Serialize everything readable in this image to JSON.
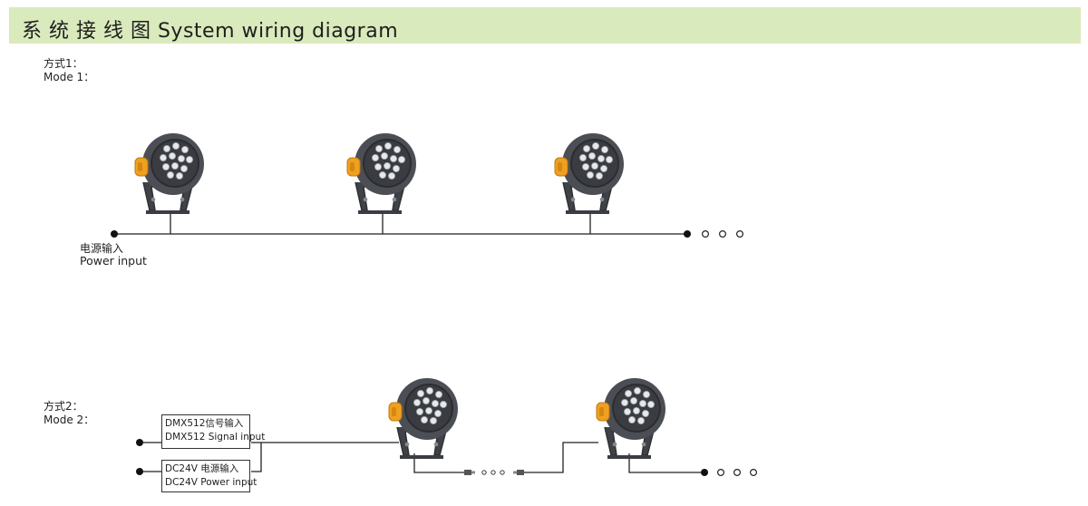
{
  "header": {
    "title": "系 统 接 线 图  System wiring diagram"
  },
  "mode1": {
    "label_cn": "方式1：",
    "label_en": "Mode 1：",
    "power_cn": "电源输入",
    "power_en": "Power input"
  },
  "mode2": {
    "label_cn": "方式2：",
    "label_en": "Mode 2：",
    "dmx_cn": "DMX512信号输入",
    "dmx_en": "DMX512 Signal input",
    "dc_cn": "DC24V 电源输入",
    "dc_en": "DC24V Power input"
  },
  "colors": {
    "header_bg": "#d9eabc",
    "lamp_body": "#4a4d52",
    "lamp_accent": "#f0a020",
    "line": "#222222"
  },
  "icons": [
    "flood-light-icon",
    "connector-icon",
    "continuation-dots-icon"
  ]
}
